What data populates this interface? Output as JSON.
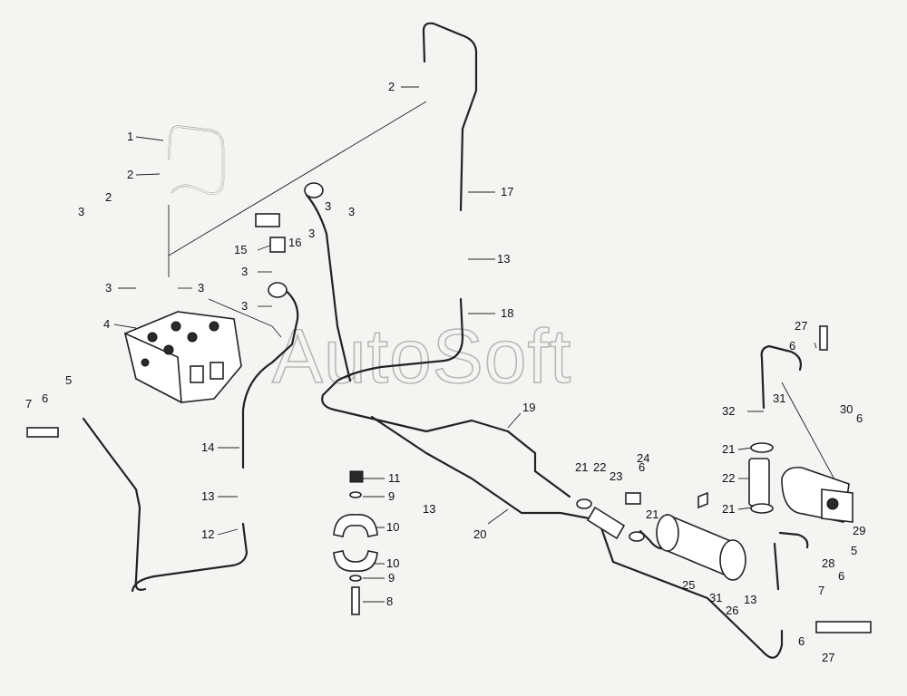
{
  "watermark": "AutoSoft",
  "callouts": [
    {
      "id": "c1",
      "text": "1"
    },
    {
      "id": "c2a",
      "text": "2"
    },
    {
      "id": "c2b",
      "text": "2"
    },
    {
      "id": "c2c",
      "text": "2"
    },
    {
      "id": "c3a",
      "text": "3"
    },
    {
      "id": "c3b",
      "text": "3"
    },
    {
      "id": "c3c",
      "text": "3"
    },
    {
      "id": "c3d",
      "text": "3"
    },
    {
      "id": "c3e",
      "text": "3"
    },
    {
      "id": "c3f",
      "text": "3"
    },
    {
      "id": "c3g",
      "text": "3"
    },
    {
      "id": "c3h",
      "text": "3"
    },
    {
      "id": "c4",
      "text": "4"
    },
    {
      "id": "c5a",
      "text": "5"
    },
    {
      "id": "c5b",
      "text": "5"
    },
    {
      "id": "c6a",
      "text": "6"
    },
    {
      "id": "c6b",
      "text": "6"
    },
    {
      "id": "c6c",
      "text": "6"
    },
    {
      "id": "c6d",
      "text": "6"
    },
    {
      "id": "c6e",
      "text": "6"
    },
    {
      "id": "c6f",
      "text": "6"
    },
    {
      "id": "c7a",
      "text": "7"
    },
    {
      "id": "c7b",
      "text": "7"
    },
    {
      "id": "c8",
      "text": "8"
    },
    {
      "id": "c9a",
      "text": "9"
    },
    {
      "id": "c9b",
      "text": "9"
    },
    {
      "id": "c10a",
      "text": "10"
    },
    {
      "id": "c10b",
      "text": "10"
    },
    {
      "id": "c11",
      "text": "11"
    },
    {
      "id": "c12",
      "text": "12"
    },
    {
      "id": "c13a",
      "text": "13"
    },
    {
      "id": "c13b",
      "text": "13"
    },
    {
      "id": "c13c",
      "text": "13"
    },
    {
      "id": "c13d",
      "text": "13"
    },
    {
      "id": "c14",
      "text": "14"
    },
    {
      "id": "c15",
      "text": "15"
    },
    {
      "id": "c16",
      "text": "16"
    },
    {
      "id": "c17",
      "text": "17"
    },
    {
      "id": "c18",
      "text": "18"
    },
    {
      "id": "c19",
      "text": "19"
    },
    {
      "id": "c20",
      "text": "20"
    },
    {
      "id": "c21a",
      "text": "21"
    },
    {
      "id": "c21b",
      "text": "21"
    },
    {
      "id": "c21c",
      "text": "21"
    },
    {
      "id": "c21d",
      "text": "21"
    },
    {
      "id": "c22a",
      "text": "22"
    },
    {
      "id": "c22b",
      "text": "22"
    },
    {
      "id": "c23",
      "text": "23"
    },
    {
      "id": "c24",
      "text": "24"
    },
    {
      "id": "c25",
      "text": "25"
    },
    {
      "id": "c26",
      "text": "26"
    },
    {
      "id": "c27a",
      "text": "27"
    },
    {
      "id": "c27b",
      "text": "27"
    },
    {
      "id": "c28",
      "text": "28"
    },
    {
      "id": "c29",
      "text": "29"
    },
    {
      "id": "c30",
      "text": "30"
    },
    {
      "id": "c31a",
      "text": "31"
    },
    {
      "id": "c31b",
      "text": "31"
    },
    {
      "id": "c32",
      "text": "32"
    }
  ]
}
